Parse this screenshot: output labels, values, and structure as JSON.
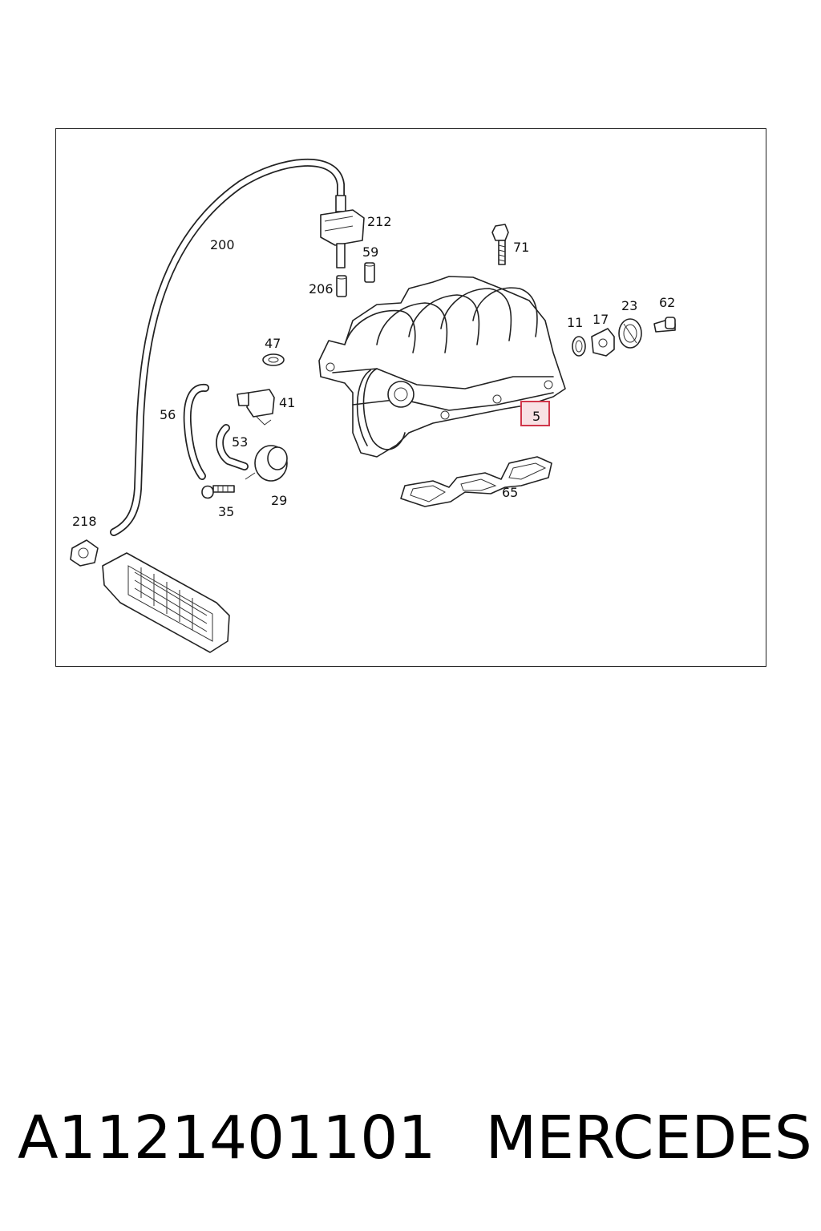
{
  "callouts": {
    "c200": "200",
    "c212": "212",
    "c59": "59",
    "c206": "206",
    "c71": "71",
    "c47": "47",
    "c11": "11",
    "c17": "17",
    "c23": "23",
    "c62": "62",
    "c56": "56",
    "c41": "41",
    "c53": "53",
    "c5": "5",
    "c65": "65",
    "c35": "35",
    "c29": "29",
    "c218": "218"
  },
  "highlight": {
    "callout": "5",
    "fill": "#f8e1e4",
    "stroke": "#d0364a"
  },
  "footer": {
    "part_number": "A1121401101",
    "brand": "MERCEDES"
  }
}
